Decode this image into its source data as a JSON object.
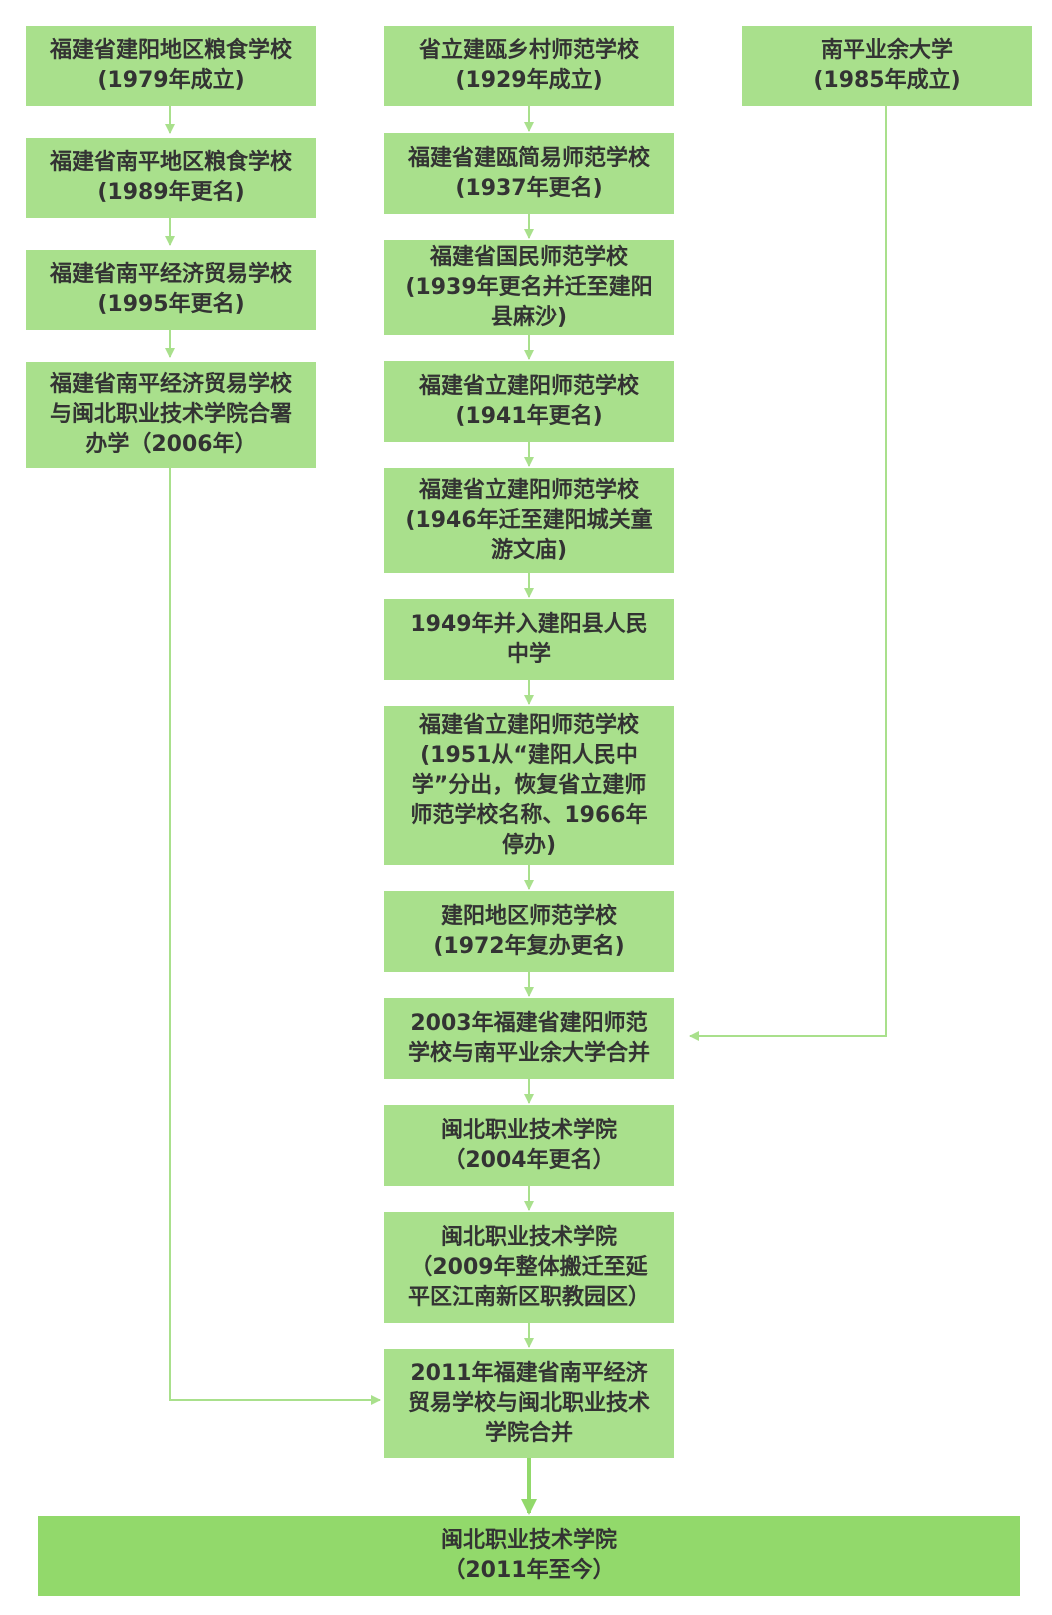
{
  "colors": {
    "box": "#a9e08c",
    "final_box": "#92d96b",
    "arrow": "#a9e08c",
    "text": "#333333"
  },
  "left_column": [
    {
      "lines": [
        "福建省建阳地区粮食学校",
        "(1979年成立)"
      ]
    },
    {
      "lines": [
        "福建省南平地区粮食学校",
        "(1989年更名)"
      ]
    },
    {
      "lines": [
        "福建省南平经济贸易学校",
        "(1995年更名)"
      ]
    },
    {
      "lines": [
        "福建省南平经济贸易学校",
        "与闽北职业技术学院合署",
        "办学（2006年）"
      ]
    }
  ],
  "center_column": [
    {
      "lines": [
        "省立建瓯乡村师范学校",
        "(1929年成立)"
      ]
    },
    {
      "lines": [
        "福建省建瓯简易师范学校",
        "(1937年更名)"
      ]
    },
    {
      "lines": [
        "福建省国民师范学校",
        "(1939年更名并迁至建阳",
        "县麻沙)"
      ]
    },
    {
      "lines": [
        "福建省立建阳师范学校",
        "(1941年更名)"
      ]
    },
    {
      "lines": [
        "福建省立建阳师范学校",
        "(1946年迁至建阳城关童",
        "游文庙)"
      ]
    },
    {
      "lines": [
        "1949年并入建阳县人民",
        "中学"
      ]
    },
    {
      "lines": [
        "福建省立建阳师范学校",
        "(1951从“建阳人民中",
        "学”分出，恢复省立建师",
        "师范学校名称、1966年",
        "停办)"
      ]
    },
    {
      "lines": [
        "建阳地区师范学校",
        "(1972年复办更名)"
      ]
    },
    {
      "lines": [
        "2003年福建省建阳师范",
        "学校与南平业余大学合并"
      ]
    },
    {
      "lines": [
        "闽北职业技术学院",
        "（2004年更名）"
      ]
    },
    {
      "lines": [
        "闽北职业技术学院",
        "（2009年整体搬迁至延",
        "平区江南新区职教园区）"
      ]
    },
    {
      "lines": [
        "2011年福建省南平经济",
        "贸易学校与闽北职业技术",
        "学院合并"
      ]
    }
  ],
  "right_column": [
    {
      "lines": [
        "南平业余大学",
        "(1985年成立)"
      ]
    }
  ],
  "final": {
    "lines": [
      "闽北职业技术学院",
      "（2011年至今）"
    ]
  }
}
